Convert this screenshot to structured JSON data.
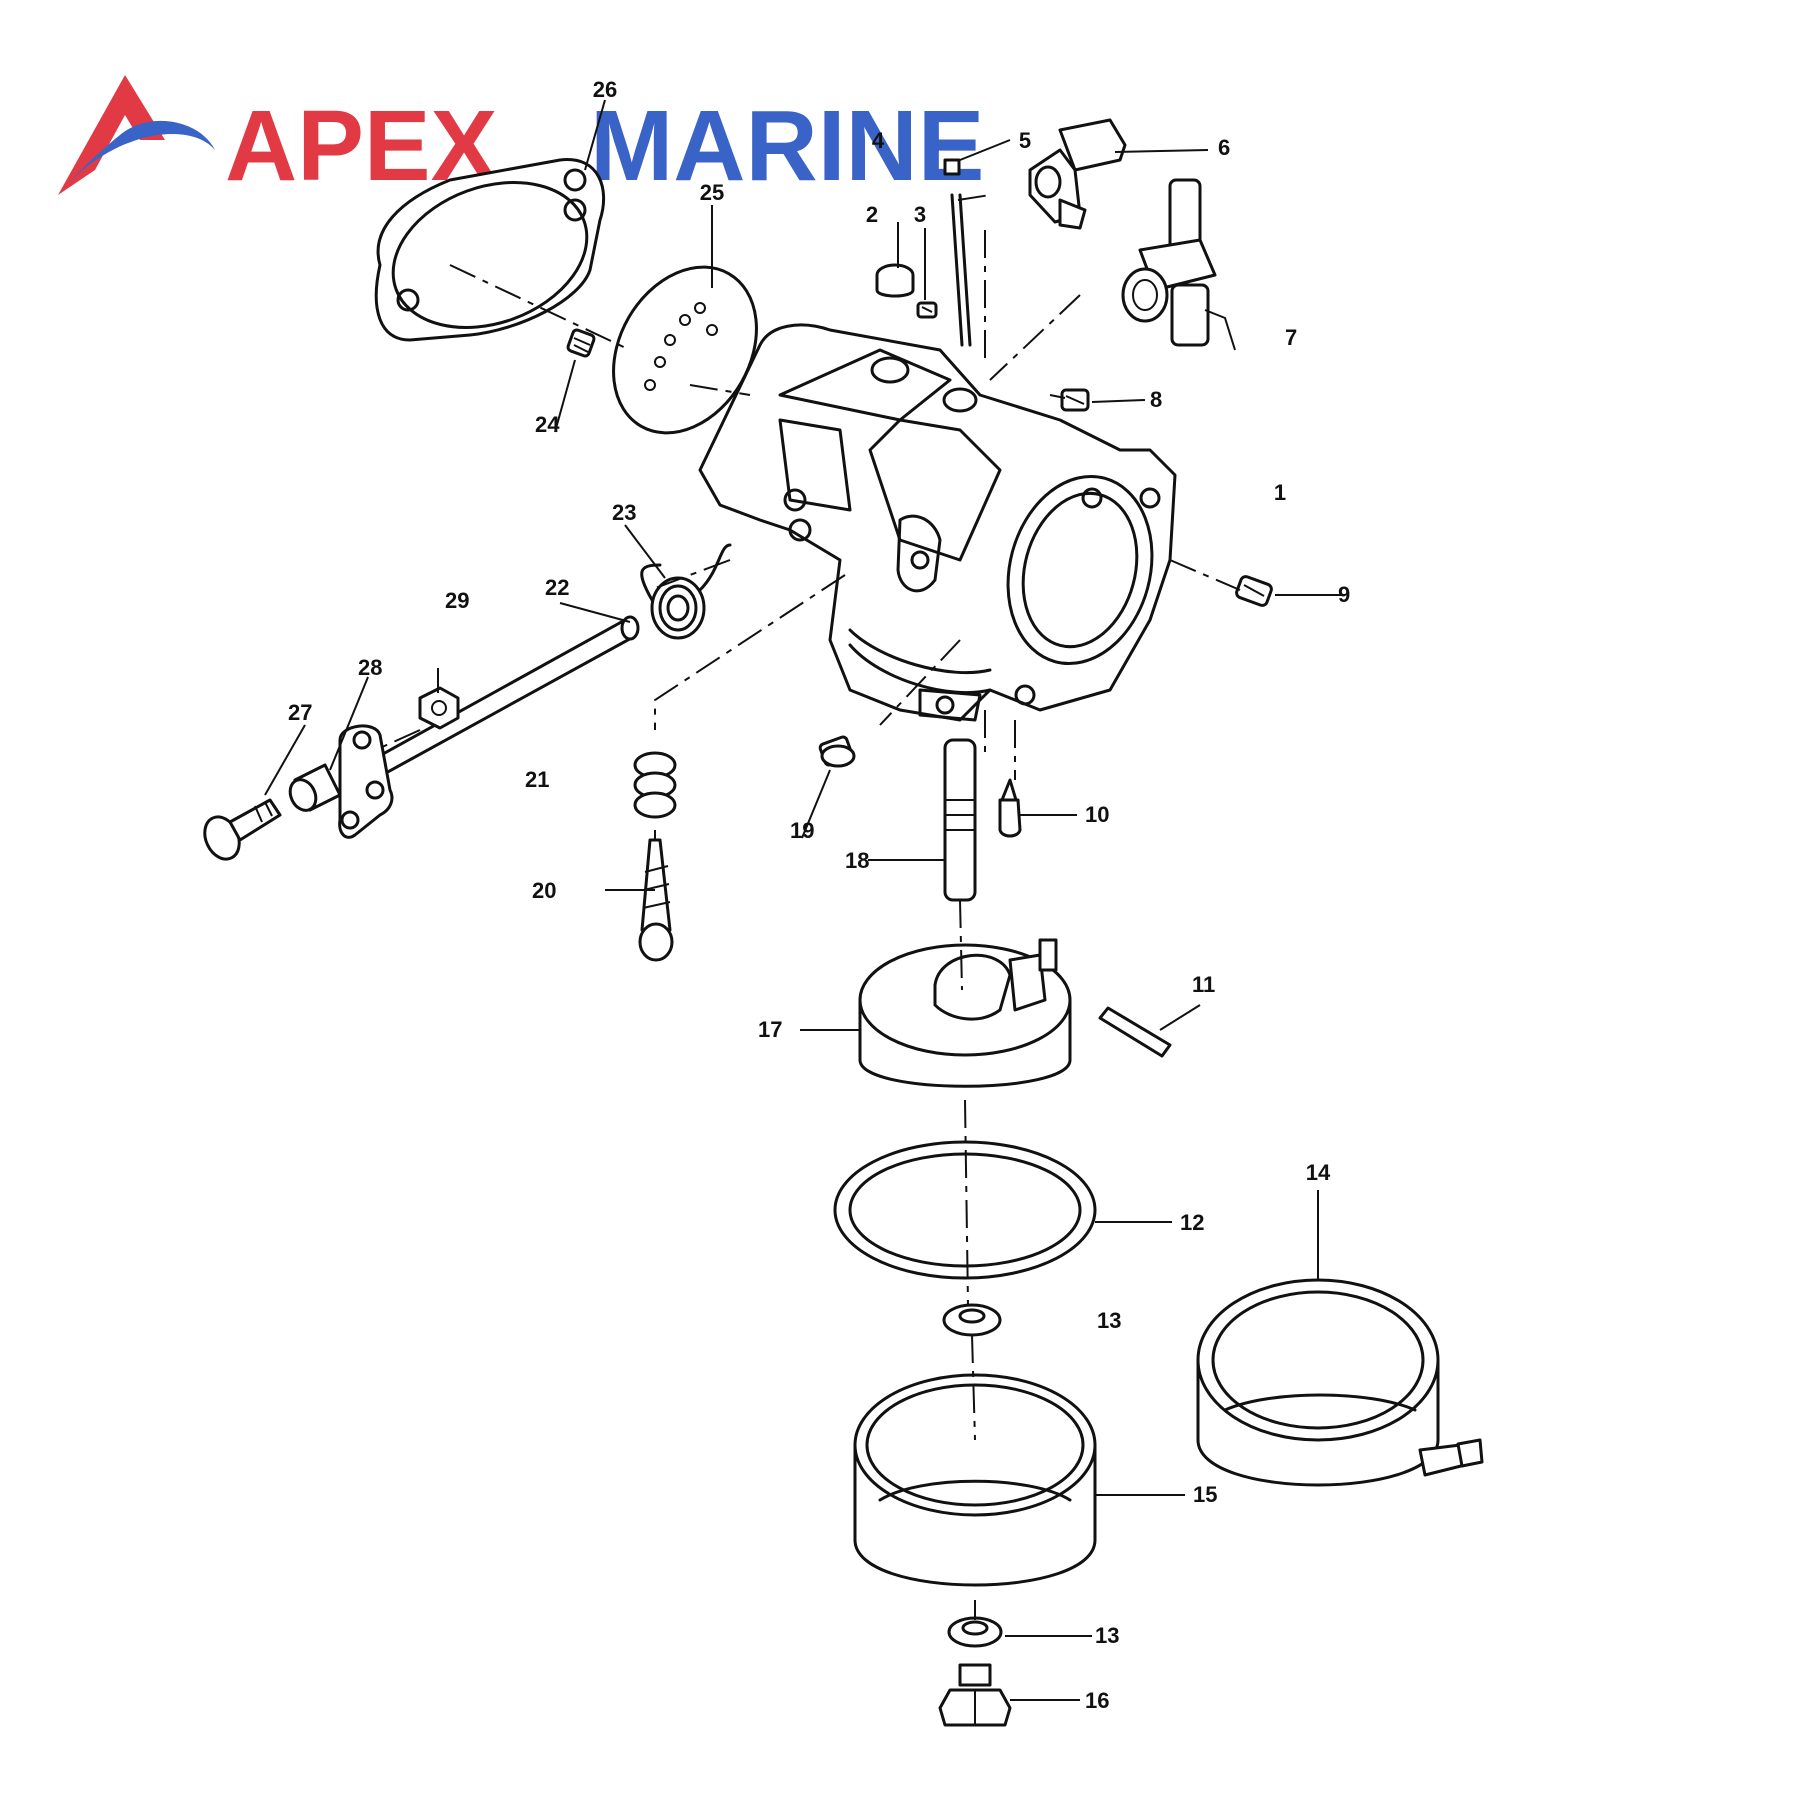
{
  "logo": {
    "word1": "APEX",
    "word2": "MARINE",
    "colors": {
      "red": "#e23a44",
      "blue": "#3a63c8"
    }
  },
  "callouts": [
    {
      "id": "1",
      "text": "1"
    },
    {
      "id": "2",
      "text": "2"
    },
    {
      "id": "3",
      "text": "3"
    },
    {
      "id": "4",
      "text": "4"
    },
    {
      "id": "5",
      "text": "5"
    },
    {
      "id": "6",
      "text": "6"
    },
    {
      "id": "7",
      "text": "7"
    },
    {
      "id": "8",
      "text": "8"
    },
    {
      "id": "9",
      "text": "9"
    },
    {
      "id": "10",
      "text": "10"
    },
    {
      "id": "11",
      "text": "11"
    },
    {
      "id": "12",
      "text": "12"
    },
    {
      "id": "13a",
      "text": "13"
    },
    {
      "id": "13b",
      "text": "13"
    },
    {
      "id": "14",
      "text": "14"
    },
    {
      "id": "15",
      "text": "15"
    },
    {
      "id": "16",
      "text": "16"
    },
    {
      "id": "17",
      "text": "17"
    },
    {
      "id": "18",
      "text": "18"
    },
    {
      "id": "19",
      "text": "19"
    },
    {
      "id": "20",
      "text": "20"
    },
    {
      "id": "21",
      "text": "21"
    },
    {
      "id": "22",
      "text": "22"
    },
    {
      "id": "23",
      "text": "23"
    },
    {
      "id": "24",
      "text": "24"
    },
    {
      "id": "25",
      "text": "25"
    },
    {
      "id": "26",
      "text": "26"
    },
    {
      "id": "27",
      "text": "27"
    },
    {
      "id": "28",
      "text": "28"
    },
    {
      "id": "29",
      "text": "29"
    }
  ]
}
